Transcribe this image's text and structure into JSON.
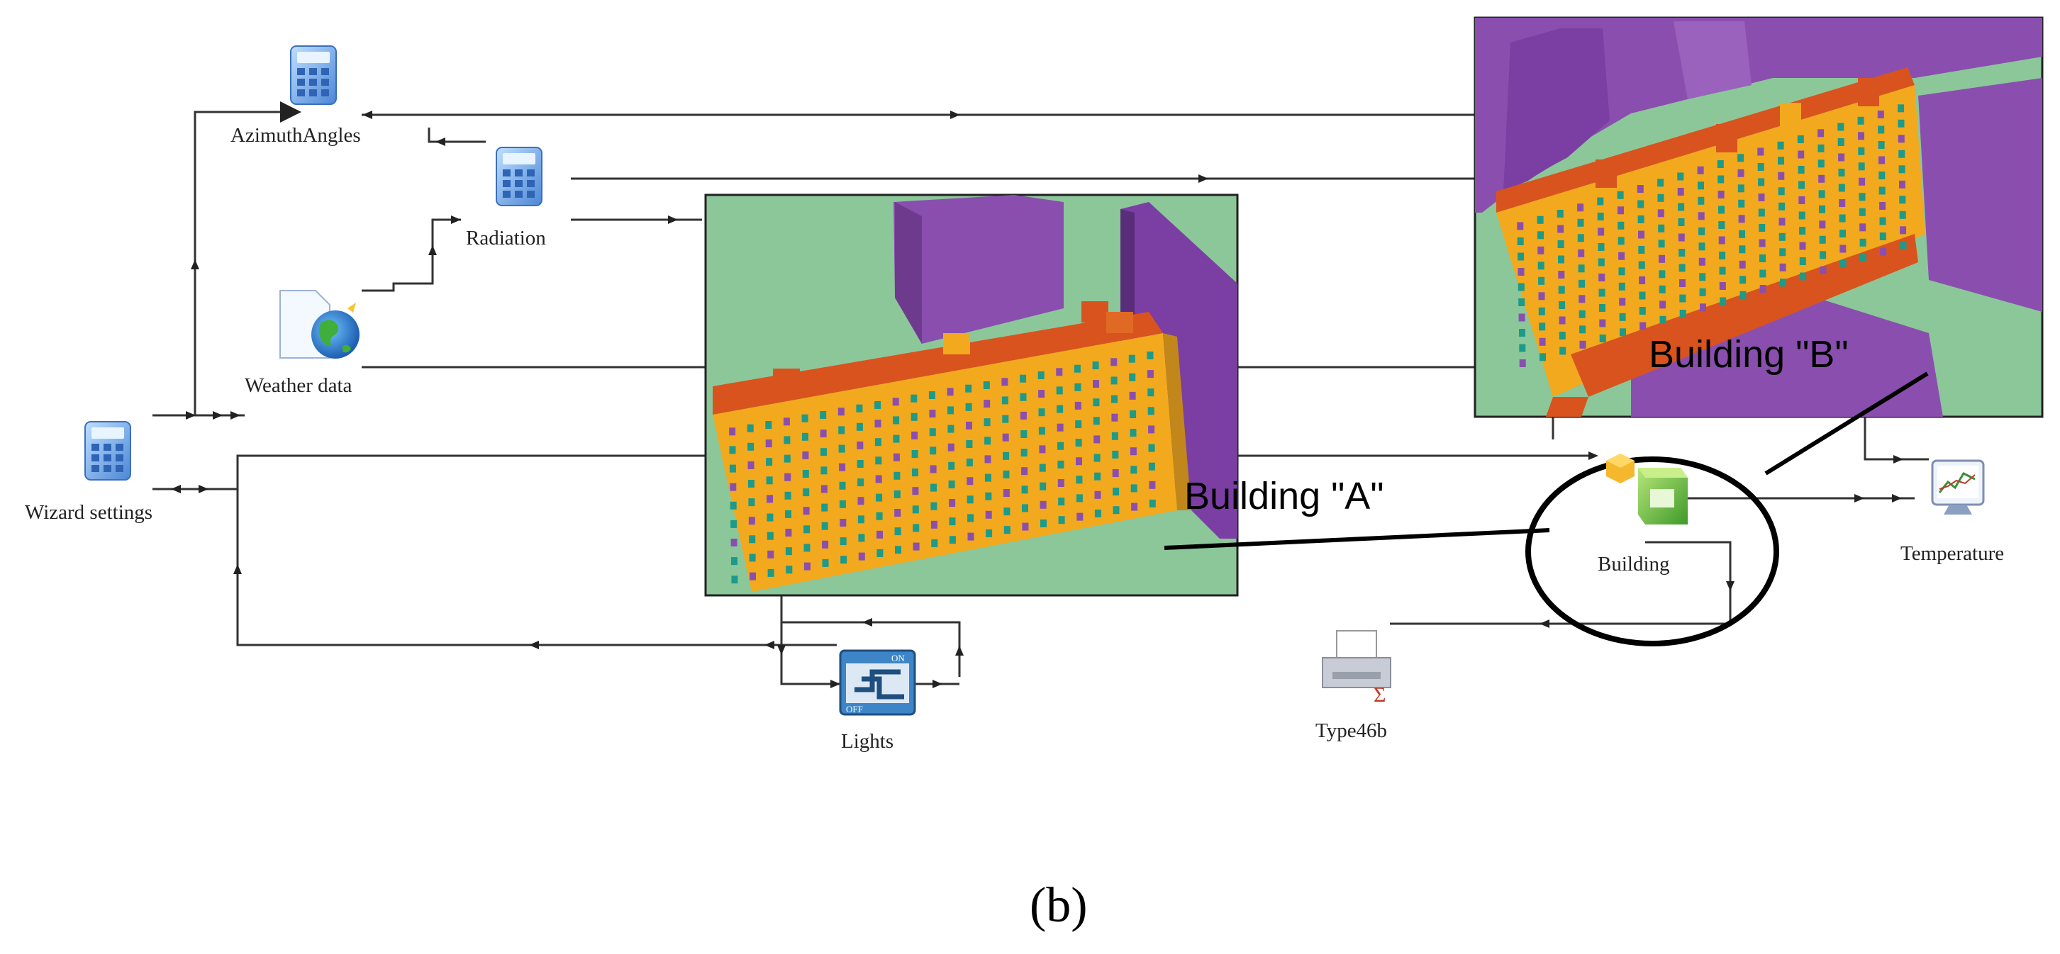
{
  "components": {
    "azimuth": "AzimuthAngles",
    "radiation": "Radiation",
    "weather": "Weather data",
    "wizard": "Wizard settings",
    "lights": "Lights",
    "building": "Building",
    "temperature": "Temperature",
    "type46b": "Type46b"
  },
  "callouts": {
    "building_a": "Building \"A\"",
    "building_b": "Building \"B\""
  },
  "switch_icon": {
    "on": "ON",
    "off": "OFF"
  },
  "printer_icon": {
    "symbol": "Σ"
  },
  "caption": "(b)",
  "icons": {
    "calculator": "calculator-icon",
    "weather": "weather-globe-icon",
    "switch": "on-off-switch-icon",
    "building": "building-cubes-icon",
    "monitor": "monitor-chart-icon",
    "printer": "printer-icon"
  },
  "colors": {
    "ground": "#8cc79a",
    "facade": "#f2a91e",
    "roof": "#d9531e",
    "neighbor": "#8a4fae",
    "calculator": "#6a9fe0",
    "building_icon": "#7cc242"
  }
}
